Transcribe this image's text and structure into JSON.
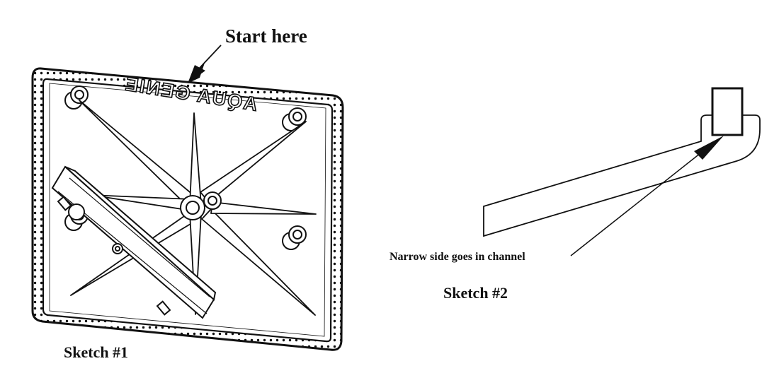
{
  "callouts": {
    "start_here": "Start here",
    "narrow_side": "Narrow side goes in channel"
  },
  "captions": {
    "sketch1": "Sketch #1",
    "sketch2": "Sketch #2"
  },
  "mold_text": "AQUA GENIE",
  "colors": {
    "ink": "#111111",
    "paper": "#ffffff"
  }
}
